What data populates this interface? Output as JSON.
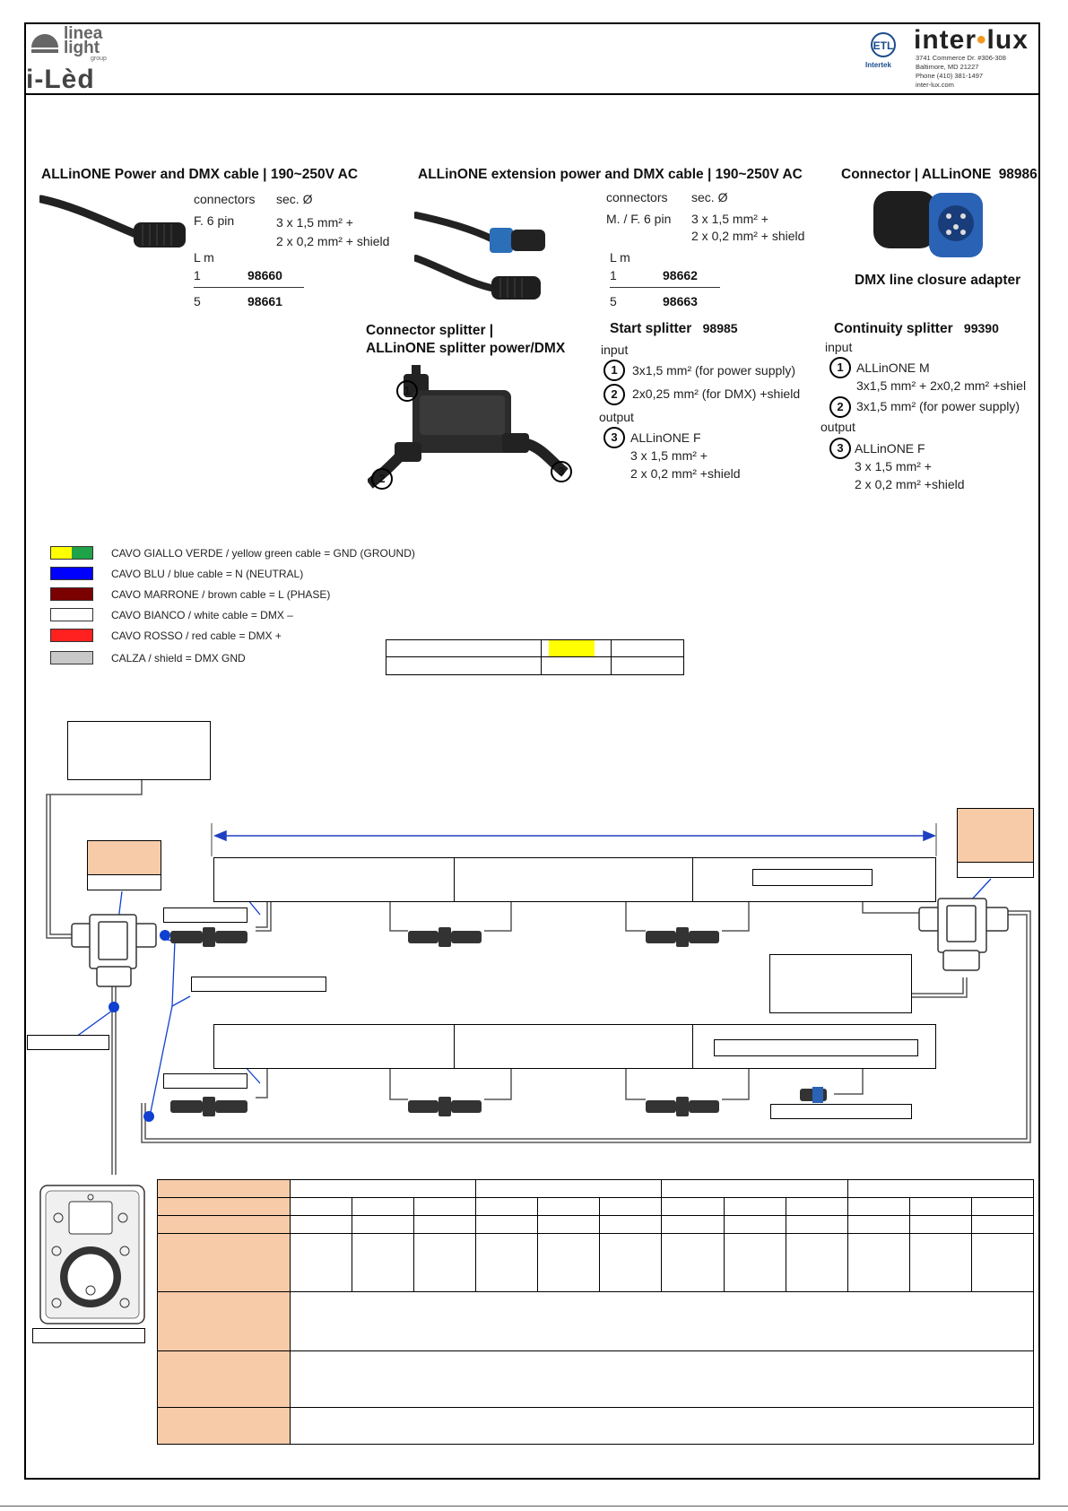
{
  "header": {
    "brand_linea_line1": "linea",
    "brand_linea_line2": "light",
    "brand_linea_group": "group",
    "brand_iled": "i-Lèd",
    "cert_mark": "Intertek",
    "brand_interlux_left": "inter",
    "brand_interlux_right": "lux",
    "address": [
      "3741 Commerce Dr. #306-308",
      "Baltimore, MD 21227",
      "Phone (410) 381-1497",
      "inter-lux.com"
    ]
  },
  "products": {
    "power_cable": {
      "title": "ALLinONE Power and DMX cable | 190~250V AC",
      "connectors_label": "connectors",
      "sec_label": "sec. Ø",
      "connector_value": "F. 6 pin",
      "sec_value_1": "3 x 1,5 mm² +",
      "sec_value_2": "2 x 0,2 mm² + shield",
      "length_label": "L m",
      "rows": [
        {
          "length": "1",
          "code": "98660"
        },
        {
          "length": "5",
          "code": "98661"
        }
      ]
    },
    "extension_cable": {
      "title": "ALLinONE extension power and DMX cable | 190~250V AC",
      "connectors_label": "connectors",
      "sec_label": "sec. Ø",
      "connector_value": "M. / F. 6 pin",
      "sec_value_1": "3 x 1,5 mm² +",
      "sec_value_2": "2 x 0,2 mm² + shield",
      "length_label": "L m",
      "rows": [
        {
          "length": "1",
          "code": "98662"
        },
        {
          "length": "5",
          "code": "98663"
        }
      ]
    },
    "connector": {
      "title": "Connector | ALLinONE",
      "code": "98986",
      "caption": "DMX line closure adapter"
    },
    "connector_splitter": {
      "title_1": "Connector splitter |",
      "title_2": "ALLinONE splitter power/DMX"
    },
    "start_splitter": {
      "title": "Start splitter",
      "code": "98985",
      "input_label": "input",
      "items": [
        {
          "num": "1",
          "lines": [
            "3x1,5 mm² (for power supply)"
          ]
        },
        {
          "num": "2",
          "lines": [
            "2x0,25 mm² (for DMX) +shield"
          ]
        }
      ],
      "output_label": "output",
      "output_items": [
        {
          "num": "3",
          "lines": [
            "ALLinONE F",
            "3 x 1,5 mm² +",
            "2 x 0,2 mm² +shield"
          ]
        }
      ]
    },
    "continuity_splitter": {
      "title": "Continuity splitter",
      "code": "99390",
      "input_label": "input",
      "items": [
        {
          "num": "1",
          "lines": [
            "ALLinONE M",
            "3x1,5 mm² + 2x0,2 mm² +shiel"
          ]
        },
        {
          "num": "2",
          "lines": [
            "3x1,5 mm²  (for power supply)"
          ]
        }
      ],
      "output_label": "output",
      "output_items": [
        {
          "num": "3",
          "lines": [
            "ALLinONE F",
            "3 x 1,5 mm² +",
            "2 x 0,2 mm² +shield"
          ]
        }
      ]
    }
  },
  "legend": [
    {
      "label": "CAVO GIALLO VERDE / yellow green cable = GND (GROUND)",
      "color": "#ffff00",
      "color2": "#1fa348"
    },
    {
      "label": "CAVO BLU / blue cable = N (NEUTRAL)",
      "color": "#0000ff"
    },
    {
      "label": "CAVO MARRONE / brown cable = L (PHASE)",
      "color": "#7b0000"
    },
    {
      "label": "CAVO BIANCO / white cable = DMX –",
      "color": "#ffffff"
    },
    {
      "label": "CAVO ROSSO / red cable = DMX +",
      "color": "#ff2020"
    },
    {
      "label": "CALZA / shield = DMX GND",
      "color": "#c8c8c8"
    }
  ],
  "colors": {
    "peach": "#f7cba8",
    "highlight_yellow": "#ffff00",
    "wire_blue": "#0000ff"
  },
  "icons": {
    "splitter_marker": "circled-number-icon",
    "controller": "dmx-controller-icon"
  }
}
